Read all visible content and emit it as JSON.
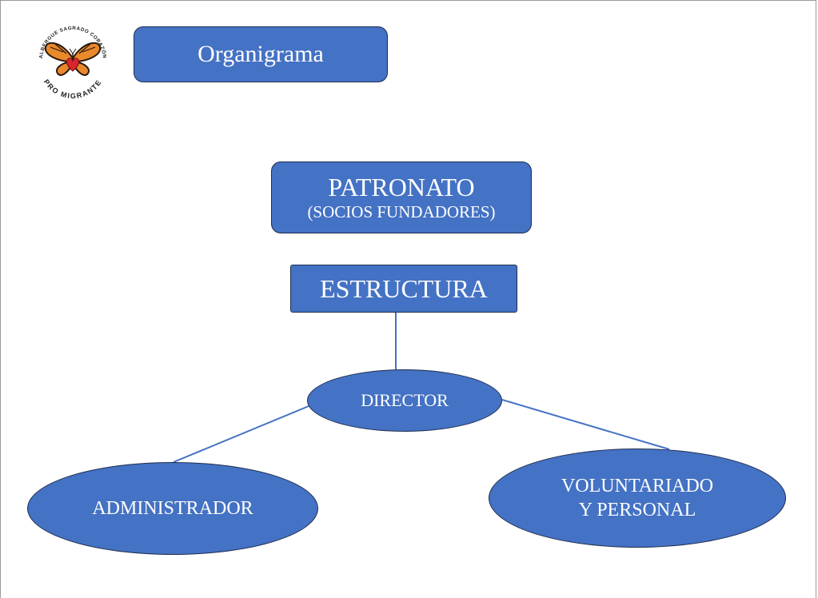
{
  "logo": {
    "arc_top_text": "ALBERGUE SAGRADO CORAZÓN",
    "arc_bottom_text": "PRO MIGRANTE",
    "icon": "butterfly-heart-icon"
  },
  "header": {
    "title": "Organigrama"
  },
  "org": {
    "patronato": {
      "label": "PATRONATO",
      "sublabel": "(SOCIOS FUNDADORES)"
    },
    "estructura": {
      "label": "ESTRUCTURA"
    },
    "director": {
      "label": "DIRECTOR"
    },
    "administrador": {
      "label": "ADMINISTRADOR"
    },
    "voluntariado": {
      "line1": "VOLUNTARIADO",
      "line2": "Y PERSONAL"
    }
  },
  "colors": {
    "node_fill": "#4472c4",
    "node_border": "#1f2d4d",
    "connector": "#4472c4",
    "butterfly_orange": "#e8892b",
    "heart_red": "#d7262e"
  }
}
